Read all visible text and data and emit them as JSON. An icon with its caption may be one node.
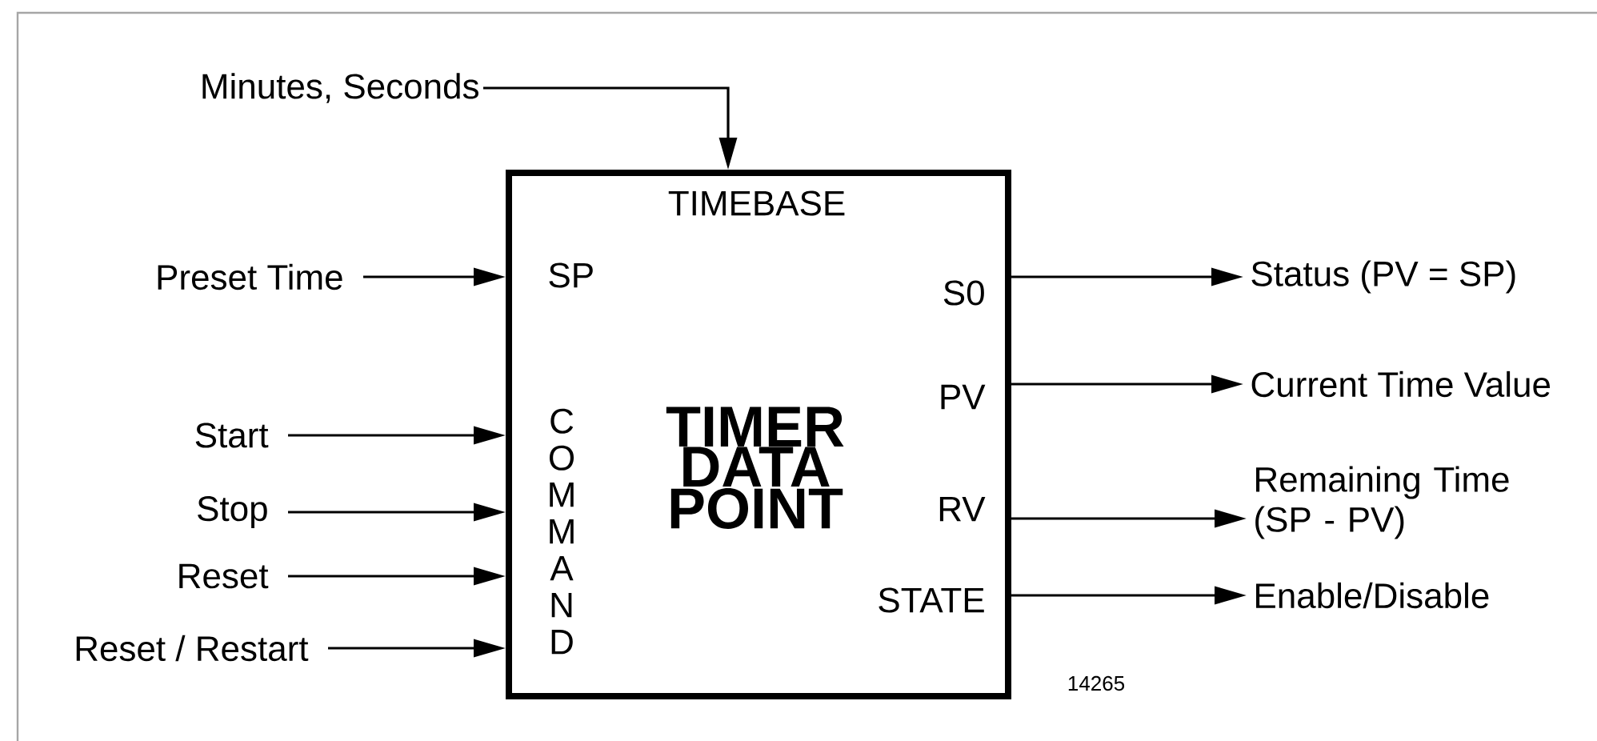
{
  "diagram": {
    "nodes": [
      {
        "text": [
          "TIMEBASE",
          "SP",
          "S0",
          "COMMAND",
          "TIMER DATA POINT",
          "PV",
          "RV",
          "STATE"
        ]
      },
      {
        "text": [
          "Minutes, Seconds"
        ]
      },
      {
        "text": [
          "Preset Time"
        ]
      },
      {
        "text": [
          "Status (PV = SP)"
        ]
      },
      {
        "text": [
          "Current Time Value"
        ]
      },
      {
        "text": [
          "Start"
        ]
      },
      {
        "text": [
          "Stop"
        ]
      },
      {
        "text": [
          "Remaining Time (SP - PV)"
        ]
      },
      {
        "text": [
          "Reset"
        ]
      },
      {
        "text": [
          "Enable/Disable"
        ]
      },
      {
        "text": [
          "Reset / Restart"
        ]
      }
    ],
    "edges": [
      {
        "from": 1,
        "to": 0,
        "arrow": "to"
      },
      {
        "from": 2,
        "to": 0,
        "arrow": "to"
      },
      {
        "from": 0,
        "to": 3,
        "arrow": "to"
      },
      {
        "from": 0,
        "to": 4,
        "arrow": "to"
      },
      {
        "from": 5,
        "to": 0,
        "arrow": "to"
      },
      {
        "from": 6,
        "to": 0,
        "arrow": "to"
      },
      {
        "from": 0,
        "to": 7,
        "arrow": "to"
      },
      {
        "from": 8,
        "to": 0,
        "arrow": "to"
      },
      {
        "from": 0,
        "to": 9,
        "arrow": "to"
      },
      {
        "from": 10,
        "to": 0,
        "arrow": "to"
      }
    ],
    "labels": [
      "14265"
    ]
  }
}
